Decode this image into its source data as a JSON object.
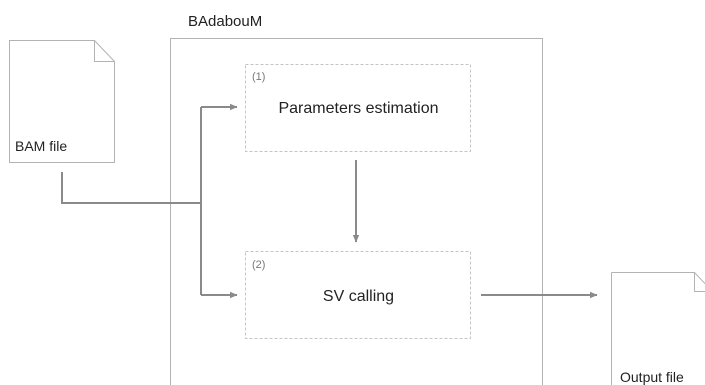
{
  "diagram": {
    "title": "BAdabouM",
    "input_file": {
      "label": "BAM file"
    },
    "output_file": {
      "label": "Output file"
    },
    "steps": [
      {
        "number": "(1)",
        "label": "Parameters estimation"
      },
      {
        "number": "(2)",
        "label": "SV calling"
      }
    ]
  },
  "colors": {
    "box_border": "#b3b3b3",
    "dashed_border": "#c4c4c4",
    "arrow": "#8a8a8a",
    "text": "#222222"
  }
}
